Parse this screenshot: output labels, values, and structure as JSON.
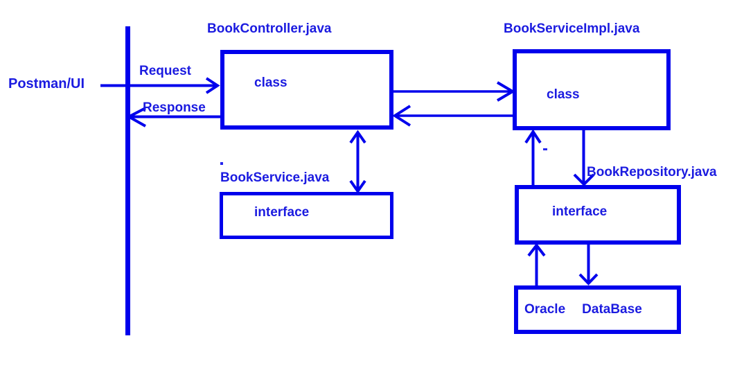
{
  "colors": {
    "line": "#0000EC",
    "text": "#1B1BE0",
    "background": "#FFFFFF"
  },
  "actor": {
    "label": "Postman/UI"
  },
  "flow": {
    "request_label": "Request",
    "response_label": "Response"
  },
  "nodes": {
    "controller": {
      "title": "BookController.java",
      "body": "class"
    },
    "service_impl": {
      "title": "BookServiceImpl.java",
      "body": "class"
    },
    "service_interface": {
      "title": "BookService.java",
      "body": "interface"
    },
    "repository_interface": {
      "title": "BookRepository.java",
      "body": "interface"
    },
    "database": {
      "name": "Oracle",
      "type": "DataBase"
    }
  }
}
